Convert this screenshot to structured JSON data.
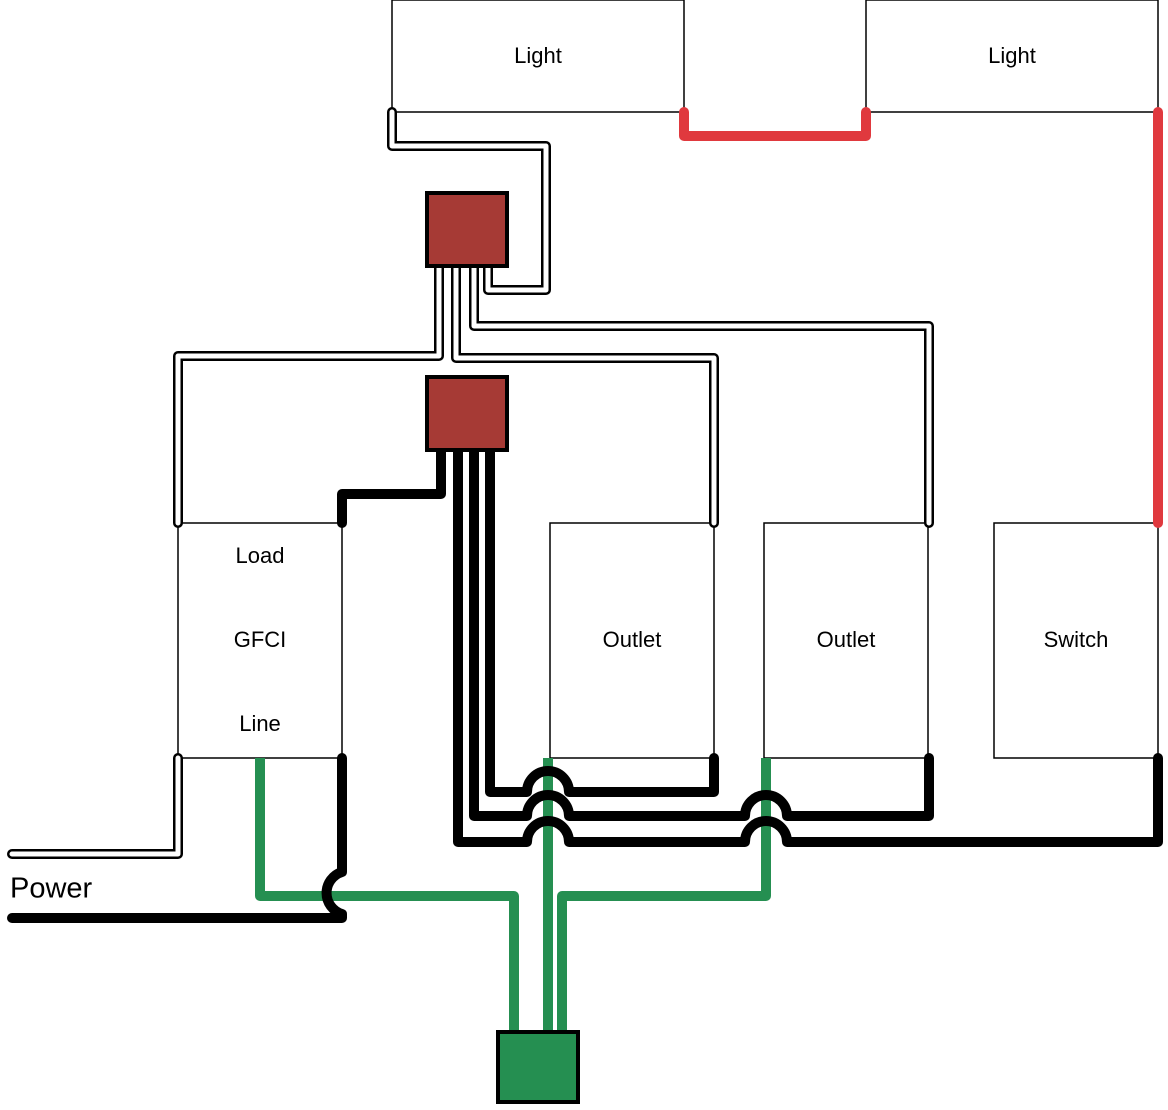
{
  "diagram": {
    "title": "",
    "colors": {
      "hot_wire": "#000000",
      "neutral_wire": "#ffffff",
      "switched_wire": "#e0393e",
      "ground_wire": "#258f51",
      "junction_box": "#a63a35",
      "ground_block": "#258f51"
    },
    "devices": {
      "light_1": {
        "label": "Light"
      },
      "light_2": {
        "label": "Light"
      },
      "gfci": {
        "top_label": "Load",
        "center_label": "GFCI",
        "bottom_label": "Line"
      },
      "outlet_1": {
        "label": "Outlet"
      },
      "outlet_2": {
        "label": "Outlet"
      },
      "switch": {
        "label": "Switch"
      }
    },
    "power_label": "Power",
    "components": [
      {
        "id": "neutral-junction",
        "kind": "wire nut",
        "color": "red",
        "wire": "white"
      },
      {
        "id": "hot-junction",
        "kind": "wire nut",
        "color": "red",
        "wire": "black"
      },
      {
        "id": "ground-junction",
        "kind": "ground block",
        "color": "green",
        "wire": "green"
      }
    ]
  }
}
